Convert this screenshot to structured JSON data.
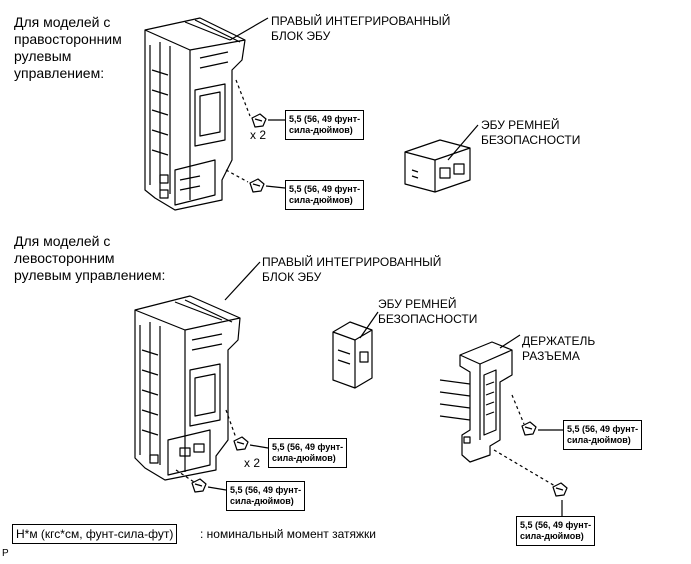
{
  "section_rhd": {
    "heading": "Для моделей с\nправосторонним\nрулевым\nуправлением:",
    "ecu_label": "ПРАВЫЙ ИНТЕГРИРОВАННЫЙ\nБЛОК ЭБУ",
    "seatbelt_label": "ЭБУ РЕМНЕЙ\nБЕЗОПАСНОСТИ",
    "multiplier": "x 2",
    "torque_1": "5,5 (56, 49 фунт-\nсила-дюймов)",
    "torque_2": "5,5 (56, 49 фунт-\nсила-дюймов)"
  },
  "section_lhd": {
    "heading": "Для моделей с\nлевосторонним\nрулевым управлением:",
    "ecu_label": "ПРАВЫЙ ИНТЕГРИРОВАННЫЙ\nБЛОК ЭБУ",
    "seatbelt_label": "ЭБУ РЕМНЕЙ\nБЕЗОПАСНОСТИ",
    "holder_label": "ДЕРЖАТЕЛЬ\nРАЗЪЕМА",
    "multiplier": "x 2",
    "torque_1": "5,5 (56, 49 фунт-\nсила-дюймов)",
    "torque_2": "5,5 (56, 49 фунт-\nсила-дюймов)",
    "torque_3": "5,5 (56, 49 фунт-\nсила-дюймов)",
    "torque_4": "5,5 (56, 49 фунт-\nсила-дюймов)"
  },
  "legend": {
    "unit": "Н*м (кгс*см, фунт-сила-фут)",
    "description": ": номинальный момент затяжки"
  },
  "corner_mark": "P"
}
